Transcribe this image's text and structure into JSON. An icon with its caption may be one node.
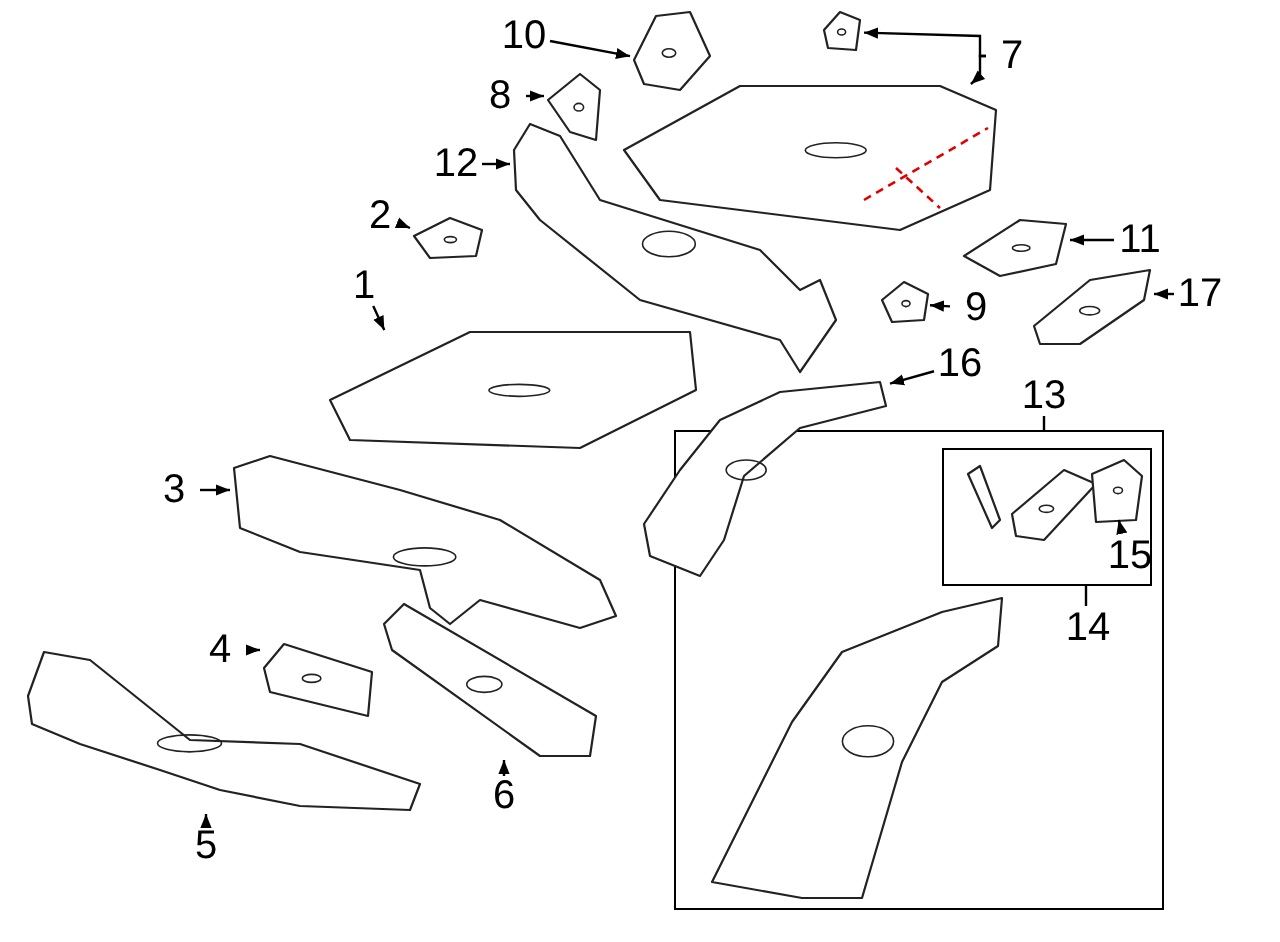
{
  "diagram": {
    "nodes": [
      {
        "text": [
          "1"
        ]
      },
      {
        "text": [
          "2"
        ]
      },
      {
        "text": [
          "3"
        ]
      },
      {
        "text": [
          "4"
        ]
      },
      {
        "text": [
          "5"
        ]
      },
      {
        "text": [
          "6"
        ]
      },
      {
        "text": [
          "7"
        ]
      },
      {
        "text": [
          "8"
        ]
      },
      {
        "text": [
          "9"
        ]
      },
      {
        "text": [
          "10"
        ]
      },
      {
        "text": [
          "11"
        ]
      },
      {
        "text": [
          "12"
        ]
      },
      {
        "text": [
          "13"
        ]
      },
      {
        "text": [
          "14"
        ],
        "in": 30
      },
      {
        "text": [
          "15"
        ],
        "in": 32
      },
      {
        "text": [
          "16"
        ]
      },
      {
        "text": [
          "17"
        ]
      },
      {
        "text": [],
        "shape": "picture"
      },
      {
        "text": [],
        "shape": "picture"
      },
      {
        "text": [],
        "shape": "picture"
      },
      {
        "text": [],
        "shape": "picture"
      },
      {
        "text": [],
        "shape": "picture"
      },
      {
        "text": [],
        "shape": "picture"
      },
      {
        "text": [],
        "shape": "picture"
      },
      {
        "text": [],
        "shape": "picture"
      },
      {
        "text": [],
        "shape": "picture"
      },
      {
        "text": [],
        "shape": "picture"
      },
      {
        "text": [],
        "shape": "picture"
      },
      {
        "text": [],
        "shape": "picture"
      },
      {
        "text": [],
        "shape": "picture"
      },
      {
        "text": [],
        "shape": "box"
      },
      {
        "text": [],
        "shape": "picture",
        "in": 30
      },
      {
        "text": [],
        "shape": "box",
        "in": 30
      },
      {
        "text": [],
        "shape": "picture",
        "in": 32
      },
      {
        "text": [],
        "shape": "picture",
        "in": 32
      },
      {
        "text": [],
        "shape": "picture",
        "in": 32
      },
      {
        "text": [],
        "shape": "picture"
      },
      {
        "text": [],
        "shape": "picture"
      }
    ],
    "edges": [
      {
        "from": 0,
        "to": 17,
        "arrow": "to"
      },
      {
        "from": 1,
        "to": 18,
        "arrow": "to"
      },
      {
        "from": 2,
        "to": 19,
        "arrow": "to"
      },
      {
        "from": 3,
        "to": 20,
        "arrow": "to"
      },
      {
        "from": 4,
        "to": 21,
        "arrow": "to"
      },
      {
        "from": 5,
        "to": 22,
        "arrow": "to"
      },
      {
        "from": 6,
        "to": 23,
        "arrow": "to"
      },
      {
        "from": 6,
        "to": 24,
        "arrow": "to"
      },
      {
        "from": 7,
        "to": 25,
        "arrow": "to"
      },
      {
        "from": 8,
        "to": 26,
        "arrow": "to"
      },
      {
        "from": 9,
        "to": 27,
        "arrow": "to"
      },
      {
        "from": 10,
        "to": 28,
        "arrow": "to"
      },
      {
        "from": 11,
        "to": 29,
        "arrow": "to"
      },
      {
        "from": 12,
        "to": 30,
        "arrow": "none"
      },
      {
        "from": 13,
        "to": 32,
        "arrow": "none"
      },
      {
        "from": 14,
        "to": 35,
        "arrow": "to"
      },
      {
        "from": 15,
        "to": 36,
        "arrow": "to"
      },
      {
        "from": 16,
        "to": 37,
        "arrow": "to"
      }
    ]
  }
}
